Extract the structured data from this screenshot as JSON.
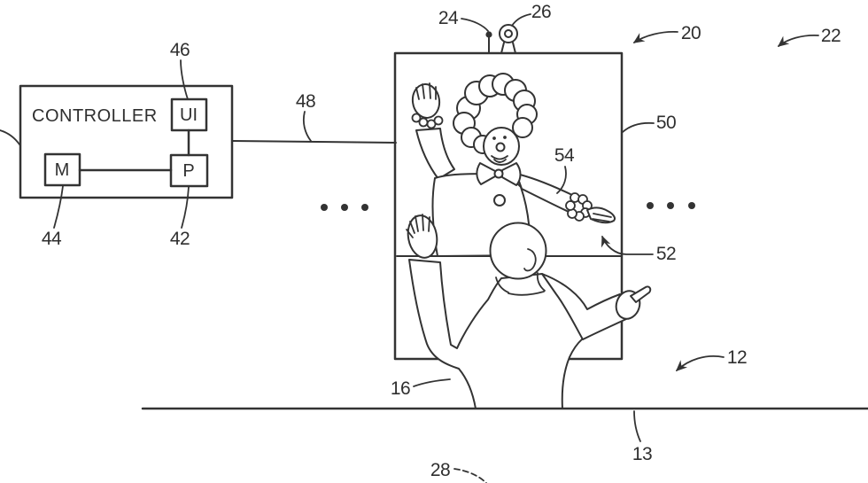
{
  "figure": {
    "kind": "patent-line-drawing",
    "ink_color": "#333333",
    "background_color": "#ffffff",
    "controller": {
      "title": "CONTROLLER",
      "ui_box": "UI",
      "processor_box": "P",
      "memory_box": "M"
    },
    "ref_labels": {
      "n12": "12",
      "n13": "13",
      "n16": "16",
      "n20": "20",
      "n22": "22",
      "n24": "24",
      "n26": "26",
      "n28": "28",
      "n42": "42",
      "n44": "44",
      "n46": "46",
      "n48": "48",
      "n50": "50",
      "n52": "52",
      "n54": "54"
    }
  }
}
